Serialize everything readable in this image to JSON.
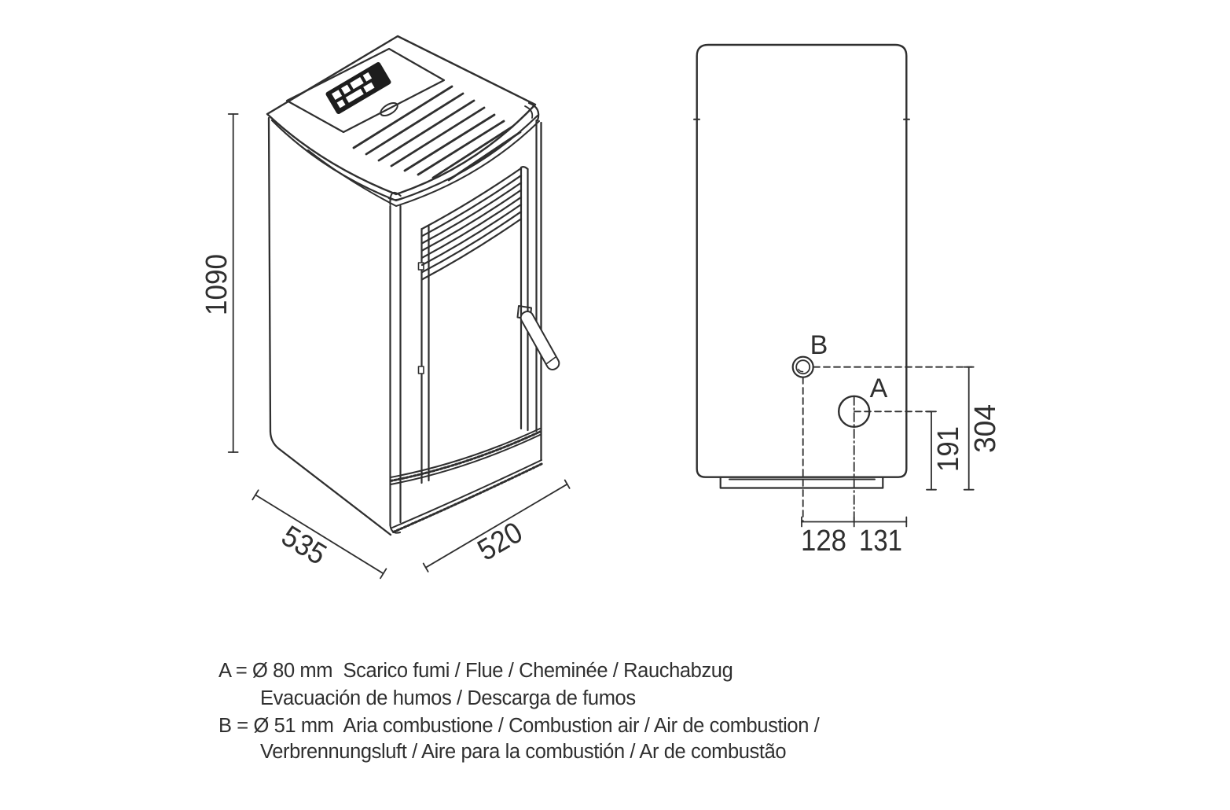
{
  "iso_view": {
    "dim_height": "1090",
    "dim_depth": "535",
    "dim_width": "520"
  },
  "rear_view": {
    "label_flue": "A",
    "label_air": "B",
    "dim_flue_height": "191",
    "dim_air_height": "304",
    "dim_air_offset": "128",
    "dim_flue_offset": "131"
  },
  "legend": {
    "line1": "A = Ø 80 mm  Scarico fumi / Flue / Cheminée / Rauchabzug",
    "line2": "Evacuación de humos / Descarga de fumos",
    "line3": "B = Ø 51 mm  Aria combustione / Combustion air / Air de combustion /",
    "line4": "Verbrennungsluft / Aire para la combustión / Ar de combustão"
  },
  "colors": {
    "line": "#2f2f2f",
    "background": "#ffffff",
    "display_fill": "#1d1d1d"
  }
}
